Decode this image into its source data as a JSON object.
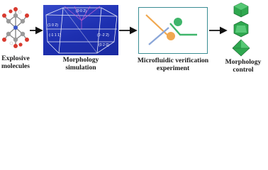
{
  "stages": {
    "explosive": {
      "label_line1": "Explosive",
      "label_line2": "molecules"
    },
    "simulation": {
      "label_line1": "Morphology",
      "label_line2": "simulation",
      "facet_labels": [
        "(0 0 2)",
        "(1 0 2)",
        "(-1 1 1)",
        "(0 -2 2)",
        "(0 2 0)"
      ]
    },
    "microfluidic": {
      "label_line1": "Microfluidic verification",
      "label_line2": "experiment"
    },
    "control": {
      "label_line1": "Morphology",
      "label_line2": "control"
    }
  },
  "colors": {
    "arrow": "#111111",
    "simulation_bg": "#1f33b4",
    "microfluidic_border": "#3a8d93",
    "channel_orange": "#f0a850",
    "channel_blue": "#8aa6d8",
    "channel_green": "#3fb56a",
    "crystal_green": "#2fa84f"
  }
}
